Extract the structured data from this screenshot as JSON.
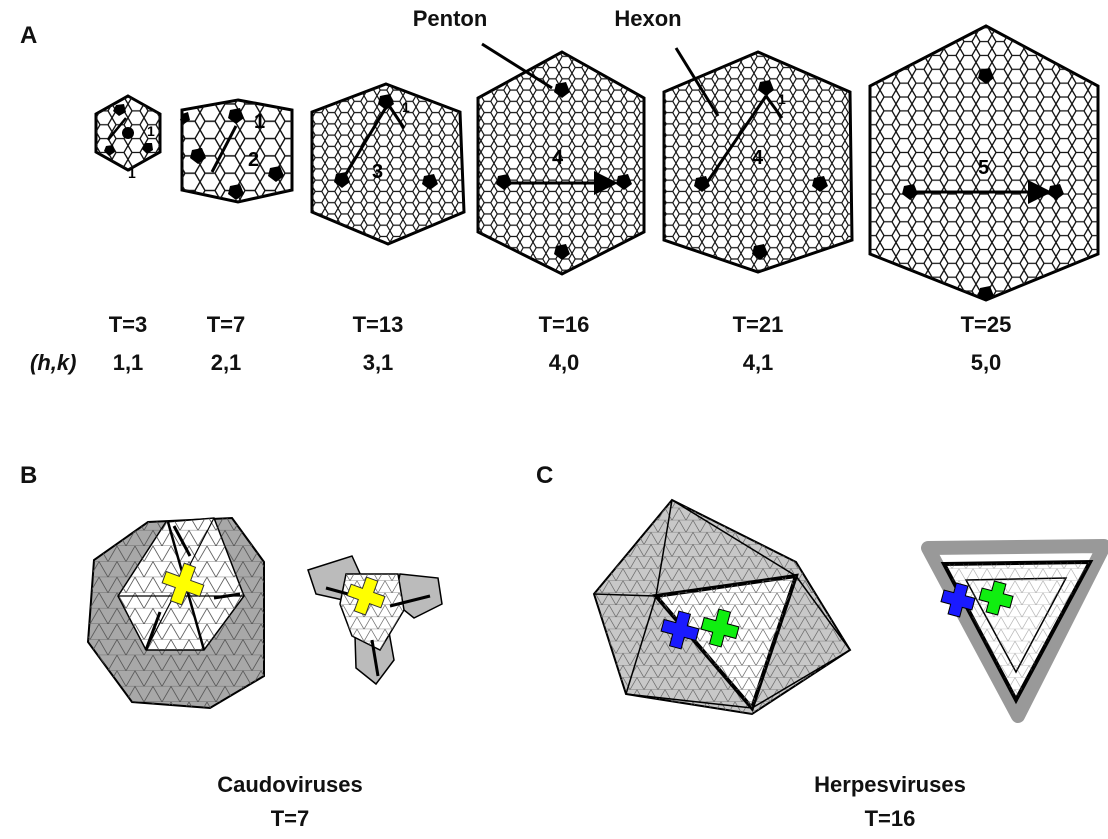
{
  "panels": {
    "a": {
      "letter": "A",
      "annotations": {
        "penton": "Penton",
        "hexon": "Hexon"
      },
      "hk_label": "(h,k)",
      "capsids": [
        {
          "t_label": "T=3",
          "hk": "1,1",
          "vector_labels": [
            "1",
            "1"
          ]
        },
        {
          "t_label": "T=7",
          "hk": "2,1",
          "vector_labels": [
            "2",
            "1"
          ]
        },
        {
          "t_label": "T=13",
          "hk": "3,1",
          "vector_labels": [
            "3",
            "1"
          ]
        },
        {
          "t_label": "T=16",
          "hk": "4,0",
          "vector_labels": [
            "4"
          ]
        },
        {
          "t_label": "T=21",
          "hk": "4,1",
          "vector_labels": [
            "4",
            "1"
          ]
        },
        {
          "t_label": "T=25",
          "hk": "5,0",
          "vector_labels": [
            "5"
          ]
        }
      ]
    },
    "b": {
      "letter": "B",
      "caption_name": "Caudoviruses",
      "caption_t": "T=7",
      "highlight_color": "#ffff00"
    },
    "c": {
      "letter": "C",
      "caption_name": "Herpesviruses",
      "caption_t": "T=16",
      "highlight_colors": [
        "#1a1aff",
        "#10ee10"
      ]
    }
  }
}
